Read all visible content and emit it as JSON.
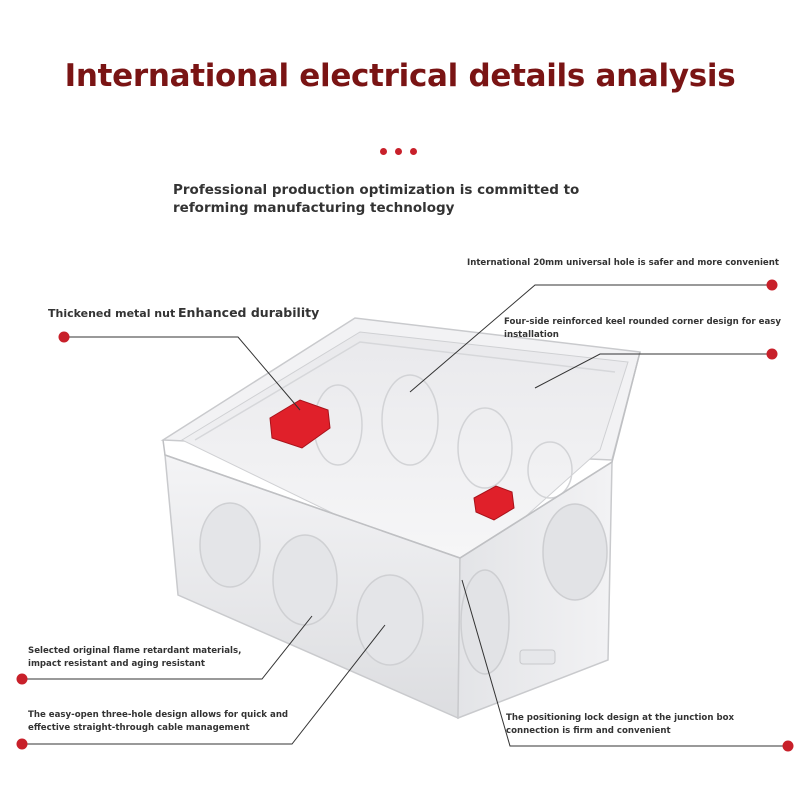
{
  "title": "International electrical details analysis",
  "subtitle": "Professional production optimization is committed to reforming manufacturing technology",
  "callouts": {
    "hole_20mm": "International 20mm universal hole is safer and more convenient",
    "keel_line1": "Four-side reinforced keel rounded corner design for easy",
    "keel_line2": "installation",
    "nut_label": "Thickened metal nut",
    "durability": "Enhanced durability",
    "flame_line1": "Selected original flame retardant materials,",
    "flame_line2": "impact resistant and aging resistant",
    "easyopen_line1": "The easy-open three-hole design allows for quick and",
    "easyopen_line2": "effective straight-through cable management",
    "lock_line1": "The positioning lock design at the junction box",
    "lock_line2": "connection is firm and convenient"
  },
  "colors": {
    "title": "#7a1414",
    "accent_red": "#c8202a",
    "box_white": "#f1f1f3",
    "nut_red": "#e0202a"
  }
}
